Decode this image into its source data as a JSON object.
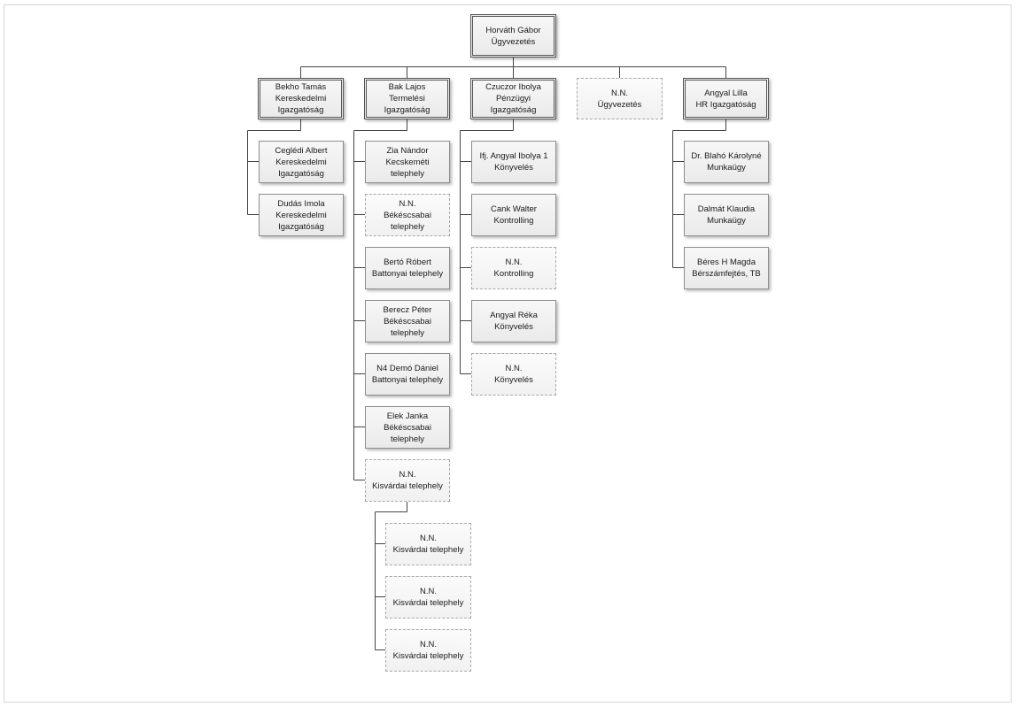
{
  "chart": {
    "root": {
      "lines": [
        "Horváth Gábor",
        "Ügyvezetés"
      ]
    },
    "branches": [
      {
        "head": {
          "lines": [
            "Bekho Tamás",
            "Kereskedelmi",
            "Igazgatóság"
          ]
        },
        "children": [
          {
            "lines": [
              "Ceglédi Albert",
              "Kereskedelmi",
              "Igazgatóság"
            ]
          },
          {
            "lines": [
              "Dudás Imola",
              "Kereskedelmi",
              "Igazgatóság"
            ]
          }
        ]
      },
      {
        "head": {
          "lines": [
            "Bak Lajos",
            "Termelési",
            "Igazgatóság"
          ]
        },
        "children": [
          {
            "lines": [
              "Zia Nándor",
              "Kecskeméti",
              "telephely"
            ]
          },
          {
            "lines": [
              "N.N.",
              "Békéscsabai",
              "telephely"
            ]
          },
          {
            "lines": [
              "Bertó Róbert",
              "Battonyai telephely"
            ]
          },
          {
            "lines": [
              "Berecz Péter",
              "Békéscsabai",
              "telephely"
            ]
          },
          {
            "lines": [
              "N4 Demó Dániel",
              "Battonyai telephely"
            ]
          },
          {
            "lines": [
              "Elek Janka",
              "Békéscsabai",
              "telephely"
            ]
          },
          {
            "lines": [
              "N.N.",
              "Kisvárdai telephely"
            ]
          }
        ],
        "subchildren": [
          {
            "lines": [
              "N.N.",
              "Kisvárdai telephely"
            ]
          },
          {
            "lines": [
              "N.N.",
              "Kisvárdai telephely"
            ]
          },
          {
            "lines": [
              "N.N.",
              "Kisvárdai telephely"
            ]
          }
        ]
      },
      {
        "head": {
          "lines": [
            "Czuczor Ibolya",
            "Pénzügyi",
            "Igazgatóság"
          ]
        },
        "children": [
          {
            "lines": [
              "Ifj. Angyal Ibolya 1",
              "Könyvelés"
            ]
          },
          {
            "lines": [
              "Cank Walter",
              "Kontrolling"
            ]
          },
          {
            "lines": [
              "N.N.",
              "Kontrolling"
            ]
          },
          {
            "lines": [
              "Angyal Réka",
              "Könyvelés"
            ]
          },
          {
            "lines": [
              "N.N.",
              "Könyvelés"
            ]
          }
        ]
      },
      {
        "head": {
          "lines": [
            "N.N.",
            "Ügyvezetés"
          ]
        },
        "children": []
      },
      {
        "head": {
          "lines": [
            "Angyal Lilla",
            "HR Igazgatóság"
          ]
        },
        "children": [
          {
            "lines": [
              "Dr. Blahó Károlyné",
              "Munkaügy"
            ]
          },
          {
            "lines": [
              "Dalmát Klaudia",
              "Munkaügy"
            ]
          },
          {
            "lines": [
              "Béres H Magda",
              "Bérszámfejtés, TB"
            ]
          }
        ]
      }
    ]
  }
}
